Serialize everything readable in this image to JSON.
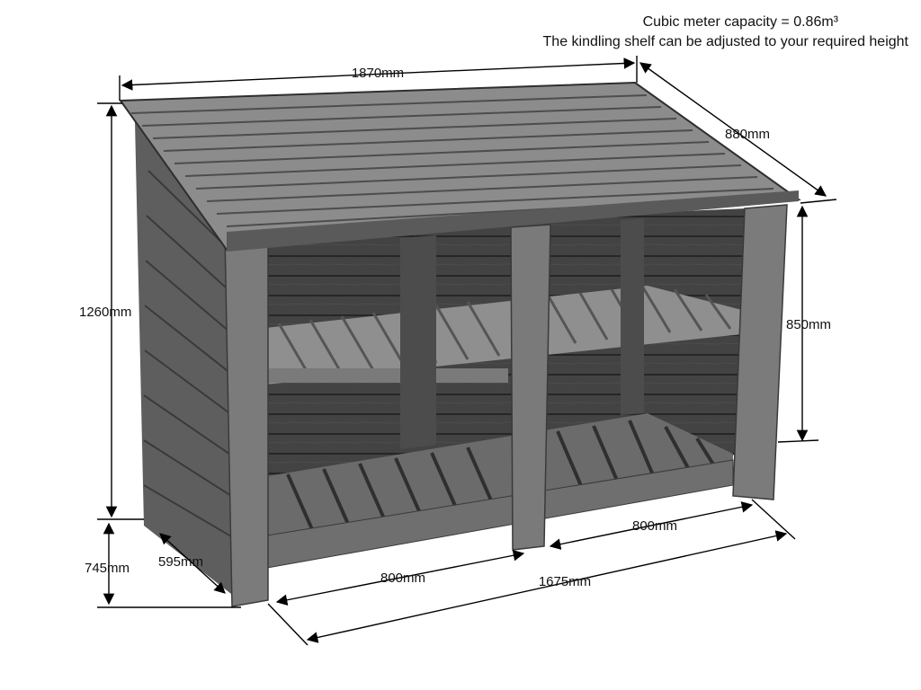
{
  "notes": {
    "capacity": "Cubic meter capacity = 0.86m³",
    "kindling": "The kindling shelf can be adjusted to your required height"
  },
  "dimensions": {
    "overall_width": "1870mm",
    "depth_top": "880mm",
    "overall_height": "1260mm",
    "front_height": "850mm",
    "base_height": "745mm",
    "base_depth": "595mm",
    "bay_left": "800mm",
    "bay_right": "800mm",
    "inner_width": "1675mm"
  },
  "colors": {
    "wood_dark": "#4a4a4a",
    "wood_mid": "#6e6e6e",
    "wood_light": "#a9a9a9",
    "interior": "#2e2e2e",
    "ink": "#000000"
  }
}
